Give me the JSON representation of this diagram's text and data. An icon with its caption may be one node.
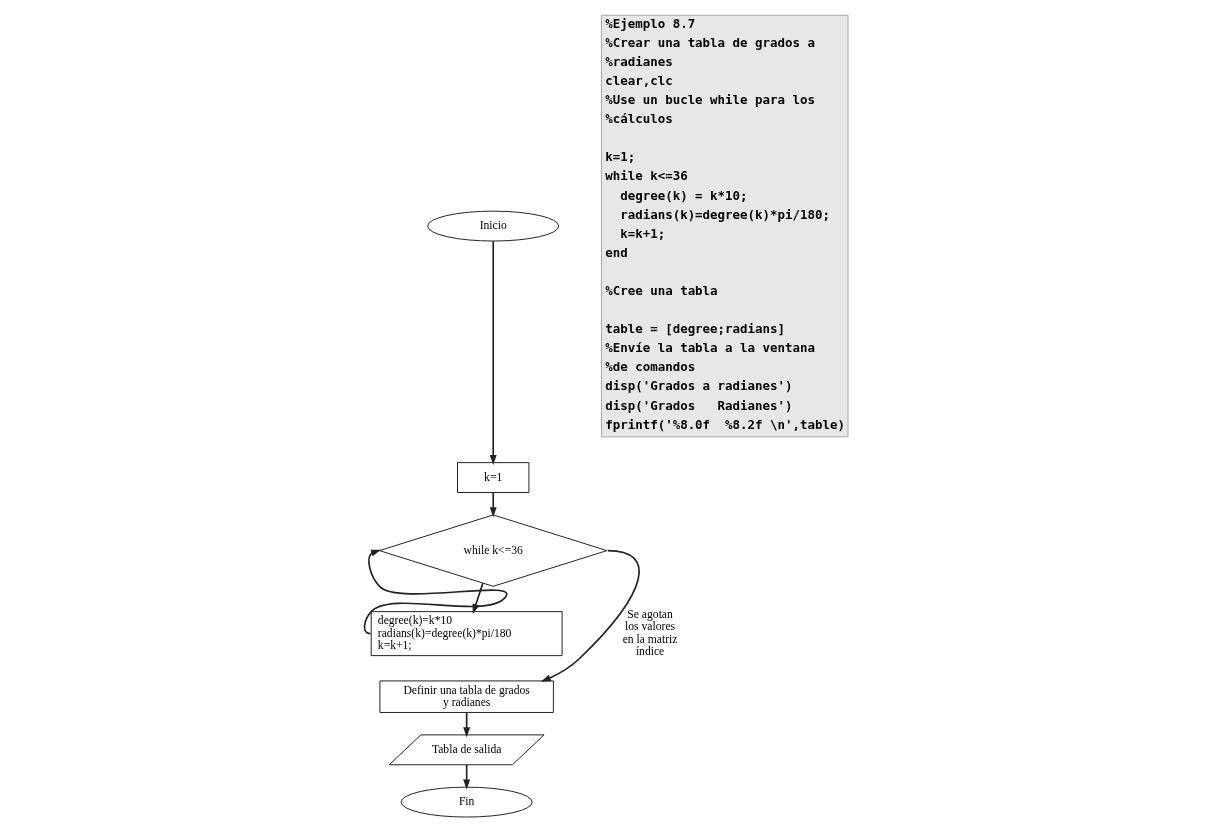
{
  "diagram": {
    "nodes": [
      {
        "text": [
          "Inicio"
        ]
      },
      {
        "text": [
          "k=1"
        ]
      },
      {
        "text": [
          "while k<=36"
        ]
      },
      {
        "text": [
          "degree(k)=k*10 radians(k)=degree(k)*pi/180 k=k+1;"
        ]
      },
      {
        "text": [
          "Definir una tabla de grados y radianes"
        ]
      },
      {
        "text": [
          "Tabla de salida"
        ]
      },
      {
        "text": [
          "Fin"
        ]
      }
    ],
    "edges": [
      {
        "from": 0,
        "to": 1,
        "arrow": "to"
      },
      {
        "from": 1,
        "to": 2,
        "arrow": "to"
      },
      {
        "from": 2,
        "to": 3,
        "arrow": "to"
      },
      {
        "from": 3,
        "to": 2,
        "arrow": "to"
      },
      {
        "from": 2,
        "to": 4,
        "arrow": "to",
        "label": "Se agotan los valores en la matriz índice"
      },
      {
        "from": 4,
        "to": 5,
        "arrow": "to"
      },
      {
        "from": 5,
        "to": 6,
        "arrow": "to"
      }
    ],
    "labels": [
      "%Ejemplo 8.7",
      "%Crear una tabla de grados a",
      "%radianes",
      "clear,clc",
      "%Use un bucle while para los",
      "%cálculos",
      "k=1;",
      "while k<=36",
      "degree(k) = k*10;",
      "radians(k)=degree(k)*pi/180;",
      "k=k+1;",
      "end",
      "%Cree una tabla",
      "table = [degree;radians]",
      "%Envíe la tabla a la ventana",
      "%de comandos",
      "disp('Grados a radianes')",
      "disp('Grados   Radianes')",
      "fprintf('%8.0f  %8.2f \\n',table)"
    ]
  }
}
